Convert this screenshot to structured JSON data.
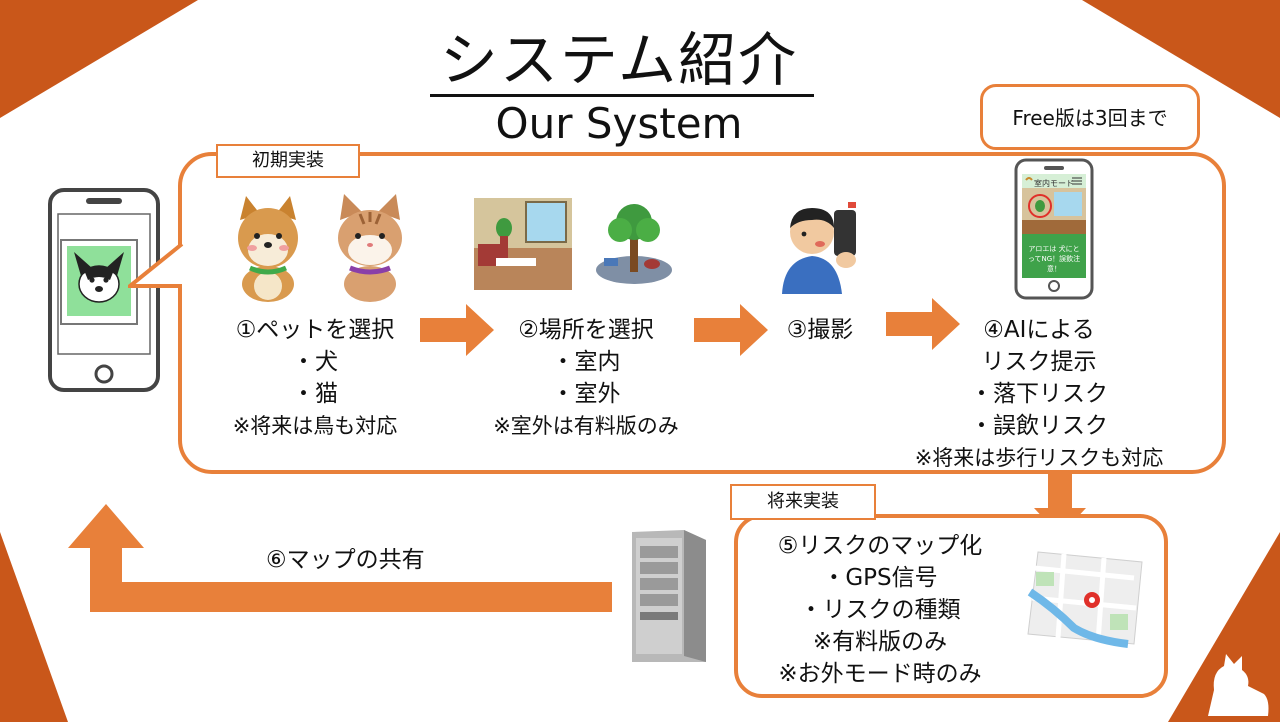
{
  "title": "システム紹介",
  "subtitle": "Our System",
  "top_box": {
    "tag": "初期実装",
    "free_badge": "Free版は3回まで",
    "steps": [
      {
        "label": "①ペットを選択",
        "items": [
          "・犬",
          "・猫"
        ],
        "note": "※将来は鳥も対応"
      },
      {
        "label": "②場所を選択",
        "items": [
          "・室内",
          "・室外"
        ],
        "note": "※室外は有料版のみ"
      },
      {
        "label": "③撮影",
        "items": [],
        "note": ""
      },
      {
        "label": "④AIによる",
        "label2": "リスク提示",
        "items": [
          "・落下リスク",
          "・誤飲リスク"
        ],
        "note": "※将来は歩行リスクも対応"
      }
    ],
    "phone_screen": {
      "header": "室内モード",
      "message": "アロエは 犬にとってNG！誤飲注意！"
    }
  },
  "bottom_box": {
    "tag": "将来実装",
    "label": "⑤リスクのマップ化",
    "items": [
      "・GPS信号",
      "・リスクの種類"
    ],
    "notes": [
      "※有料版のみ",
      "※お外モード時のみ"
    ]
  },
  "share": {
    "label": "⑥マップの共有"
  },
  "colors": {
    "accent": "#e8803a",
    "corner": "#c9571a"
  }
}
